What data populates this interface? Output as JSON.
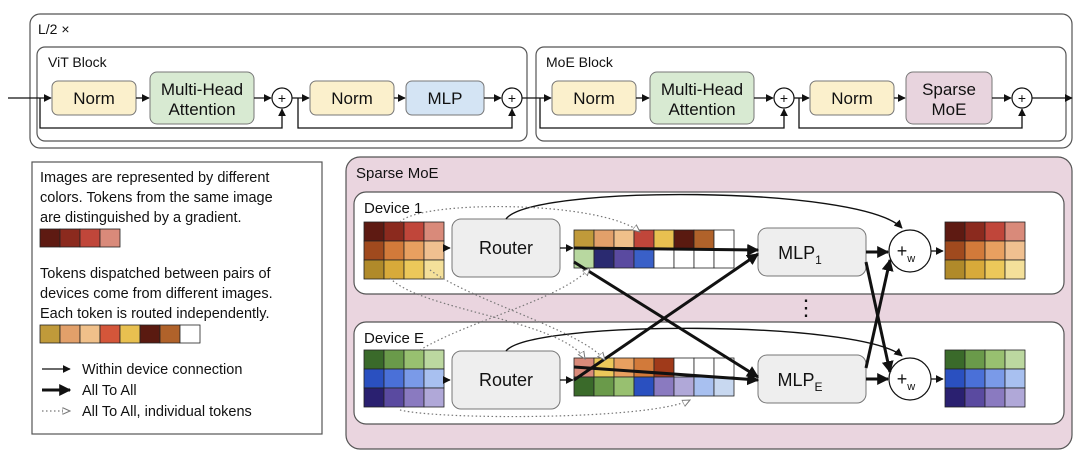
{
  "top": {
    "repeat_label": "L/2 ×",
    "vit_block": {
      "title": "ViT Block",
      "norm1": "Norm",
      "attention": [
        "Multi-Head",
        "Attention"
      ],
      "plus1": "+",
      "norm2": "Norm",
      "mlp": "MLP",
      "plus2": "+"
    },
    "moe_block": {
      "title": "MoE Block",
      "norm1": "Norm",
      "attention": [
        "Multi-Head",
        "Attention"
      ],
      "plus1": "+",
      "norm2": "Norm",
      "sparse_moe": [
        "Sparse",
        "MoE"
      ],
      "plus2": "+"
    }
  },
  "legend": {
    "text1": [
      "Images are represented by different",
      "colors. Tokens from the same image",
      "are distinguished by a gradient."
    ],
    "gradient_swatches": [
      "#5e1a12",
      "#8b2a1e",
      "#c0463a",
      "#d98a7a"
    ],
    "text2": [
      "Tokens dispatched between pairs of",
      "devices come from different images.",
      "Each token is routed independently."
    ],
    "mixed_swatches": [
      "#c09a3a",
      "#e2a06a",
      "#f0c08a",
      "#d4563a",
      "#e8c050",
      "#5a1a10",
      "#b0622a",
      "#ffffff"
    ],
    "lines": {
      "within": "Within device connection",
      "all_to_all": "All To All",
      "individual": "All To All, individual tokens"
    }
  },
  "moe": {
    "title": "Sparse MoE",
    "device1": {
      "title": "Device 1",
      "router": "Router",
      "mlp_base": "MLP",
      "mlp_sub": "1",
      "combine": "+",
      "combine_sub": "w",
      "input_grid": [
        [
          "#5e1a12",
          "#8b2a1e",
          "#c0463a",
          "#d98a7a"
        ],
        [
          "#a04a1e",
          "#d27a3a",
          "#e8a060",
          "#f0c090"
        ],
        [
          "#b08a2a",
          "#d8aa3a",
          "#ecc85a",
          "#f4e09a"
        ]
      ],
      "buffer_top": [
        "#c09a3a",
        "#e2a06a",
        "#f0c08a",
        "#c0463a",
        "#e8c050",
        "#5a1a10",
        "#b0622a",
        "#ffffff"
      ],
      "buffer_bottom": [
        "#b8d8a0",
        "#2a2a70",
        "#5a4aa0",
        "#3a60c8",
        "#ffffff",
        "#ffffff",
        "#ffffff",
        "#ffffff"
      ],
      "output_grid": [
        [
          "#5e1a12",
          "#8b2a1e",
          "#c0463a",
          "#d98a7a"
        ],
        [
          "#a04a1e",
          "#d27a3a",
          "#e8a060",
          "#f0c090"
        ],
        [
          "#b08a2a",
          "#d8aa3a",
          "#ecc85a",
          "#f4e09a"
        ]
      ]
    },
    "ellipsis": "⋮",
    "deviceE": {
      "title": "Device E",
      "router": "Router",
      "mlp_base": "MLP",
      "mlp_sub": "E",
      "combine": "+",
      "combine_sub": "w",
      "input_grid": [
        [
          "#3a6a2a",
          "#6a9a4a",
          "#98c070",
          "#bcd8a0"
        ],
        [
          "#2a50c0",
          "#4a70d8",
          "#7a9ae8",
          "#a8c0f0"
        ],
        [
          "#2a2070",
          "#5a4aa0",
          "#8a7ac0",
          "#b0a8d8"
        ]
      ],
      "buffer_top": [
        "#d98a7a",
        "#ecc85a",
        "#e8a060",
        "#d27a3a",
        "#a03a1a",
        "#ffffff",
        "#ffffff",
        "#ffffff"
      ],
      "buffer_bottom": [
        "#3a6a2a",
        "#6a9a4a",
        "#98c070",
        "#2a50c0",
        "#8a7ac0",
        "#b0a8d8",
        "#a8c0f0",
        "#c8d8f0"
      ],
      "output_grid": [
        [
          "#3a6a2a",
          "#6a9a4a",
          "#98c070",
          "#bcd8a0"
        ],
        [
          "#2a50c0",
          "#4a70d8",
          "#7a9ae8",
          "#a8c0f0"
        ],
        [
          "#2a2070",
          "#5a4aa0",
          "#8a7ac0",
          "#b0a8d8"
        ]
      ]
    }
  },
  "colors": {
    "norm": "#fbf0cc",
    "attention": "#d8ead2",
    "mlp_top": "#d4e4f4",
    "sparse_moe": "#e8d4de",
    "moe_panel": "#ead5df",
    "device_panel": "#ffffff",
    "router": "#eeeeee"
  }
}
